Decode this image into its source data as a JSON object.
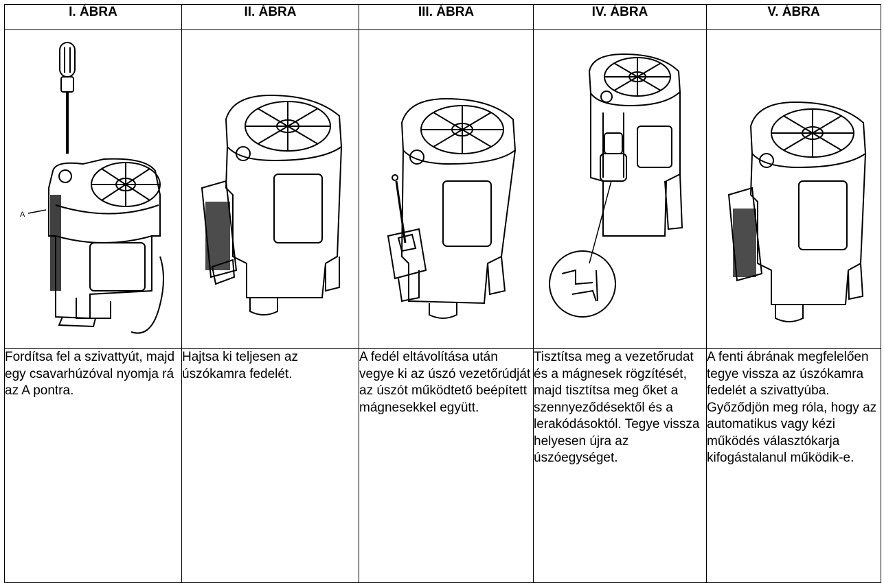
{
  "columns": [
    {
      "heading": "I. ÁBRA",
      "illustration": "pump-with-screwdriver",
      "label_A": "A",
      "text": "Fordítsa fel a szivattyút, majd egy csavarhúzóval nyomja rá az A pontra."
    },
    {
      "heading": "II. ÁBRA",
      "illustration": "pump-float-chamber-cover-open",
      "text": "Hajtsa ki teljesen az úszókamra fedelét."
    },
    {
      "heading": "III. ÁBRA",
      "illustration": "pump-float-removed",
      "text": "A fedél eltávolítása után vegye ki az úszó vezetőrúdját az úszót működtető beépített mágnesekkel együtt."
    },
    {
      "heading": "IV. ÁBRA",
      "illustration": "pump-guide-rod-detail",
      "text": "Tisztítsa meg a vezetőrudat és a mágnesek rögzítését, majd tisztítsa meg őket a szennyeződésektől és a lerakódásoktól. Tegye vissza helyesen újra az úszóegységet."
    },
    {
      "heading": "V. ÁBRA",
      "illustration": "pump-cover-reattached",
      "text": "A fenti ábrának megfelelően tegye vissza az úszókamra fedelét a szivattyúba. Győződjön meg róla, hogy az automatikus vagy kézi működés választókarja kifogástalanul működik-e."
    }
  ]
}
